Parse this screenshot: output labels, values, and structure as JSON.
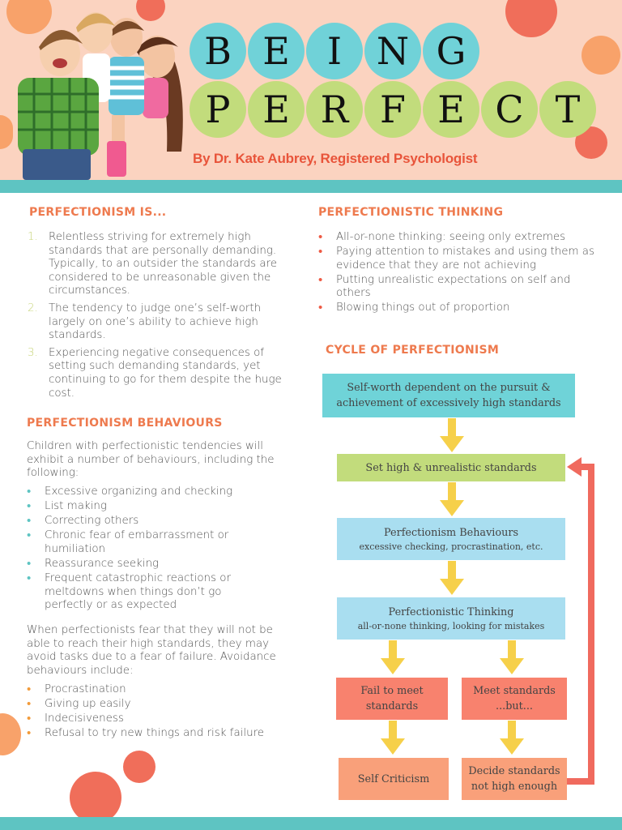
{
  "header": {
    "title_line1": [
      "B",
      "E",
      "I",
      "N",
      "G"
    ],
    "title_line2": [
      "P",
      "E",
      "R",
      "F",
      "E",
      "C",
      "T"
    ],
    "byline": "By Dr. Kate Aubrey, Registered Psychologist",
    "colors": {
      "bg": "#fbd3c0",
      "teal": "#70d2d8",
      "green": "#c2dc7c",
      "stripe": "#5ec4c2",
      "accent": "#ee7a4e"
    }
  },
  "left": {
    "is_heading": "PERFECTIONISM IS...",
    "is_items": [
      {
        "num": "1.",
        "text": "Relentless striving for extremely high standards that are personally demanding. Typically, to an outsider the standards are considered to be unreasonable given the circumstances."
      },
      {
        "num": "2.",
        "text": "The tendency to judge one’s self-worth largely on one’s ability to achieve high standards."
      },
      {
        "num": "3.",
        "text": "Experiencing negative consequences of setting such demanding standards, yet continuing to go for them despite the huge cost."
      }
    ],
    "beh_heading": "PERFECTIONISM BEHAVIOURS",
    "beh_intro": "Children with perfectionistic tendencies will exhibit a number of behaviours, including the following:",
    "beh_items": [
      "Excessive organizing and checking",
      "List making",
      "Correcting others",
      "Chronic fear of embarrassment or humiliation",
      "Reassurance seeking",
      "Frequent catastrophic reactions or meltdowns when things don’t go perfectly or as expected"
    ],
    "avoid_intro": "When perfectionists fear that they will not be able to reach their high standards, they may avoid tasks due to a fear of failure. Avoidance behaviours include:",
    "avoid_items": [
      "Procrastination",
      "Giving up easily",
      "Indecisiveness",
      "Refusal to try new things and risk failure"
    ]
  },
  "right": {
    "thinking_heading": "PERFECTIONISTIC THINKING",
    "thinking_items": [
      "All-or-none thinking: seeing only extremes",
      "Paying attention to mistakes and using them as evidence that they are not achieving",
      "Putting unrealistic expectations on self and others",
      "Blowing things out of proportion"
    ],
    "cycle_heading": "CYCLE OF PERFECTIONISM",
    "cycle": {
      "box1": "Self-worth dependent on the pursuit & achievement of excessively high standards",
      "box2": "Set high & unrealistic standards",
      "box3_title": "Perfectionism Behaviours",
      "box3_sub": "excessive checking, procrastination, etc.",
      "box4_title": "Perfectionistic Thinking",
      "box4_sub": "all-or-none thinking, looking for mistakes",
      "box5a": "Fail to meet standards",
      "box5b_l1": "Meet standards",
      "box5b_l2": "...but...",
      "box6a": "Self Criticism",
      "box6b": "Decide standards not high enough"
    }
  }
}
